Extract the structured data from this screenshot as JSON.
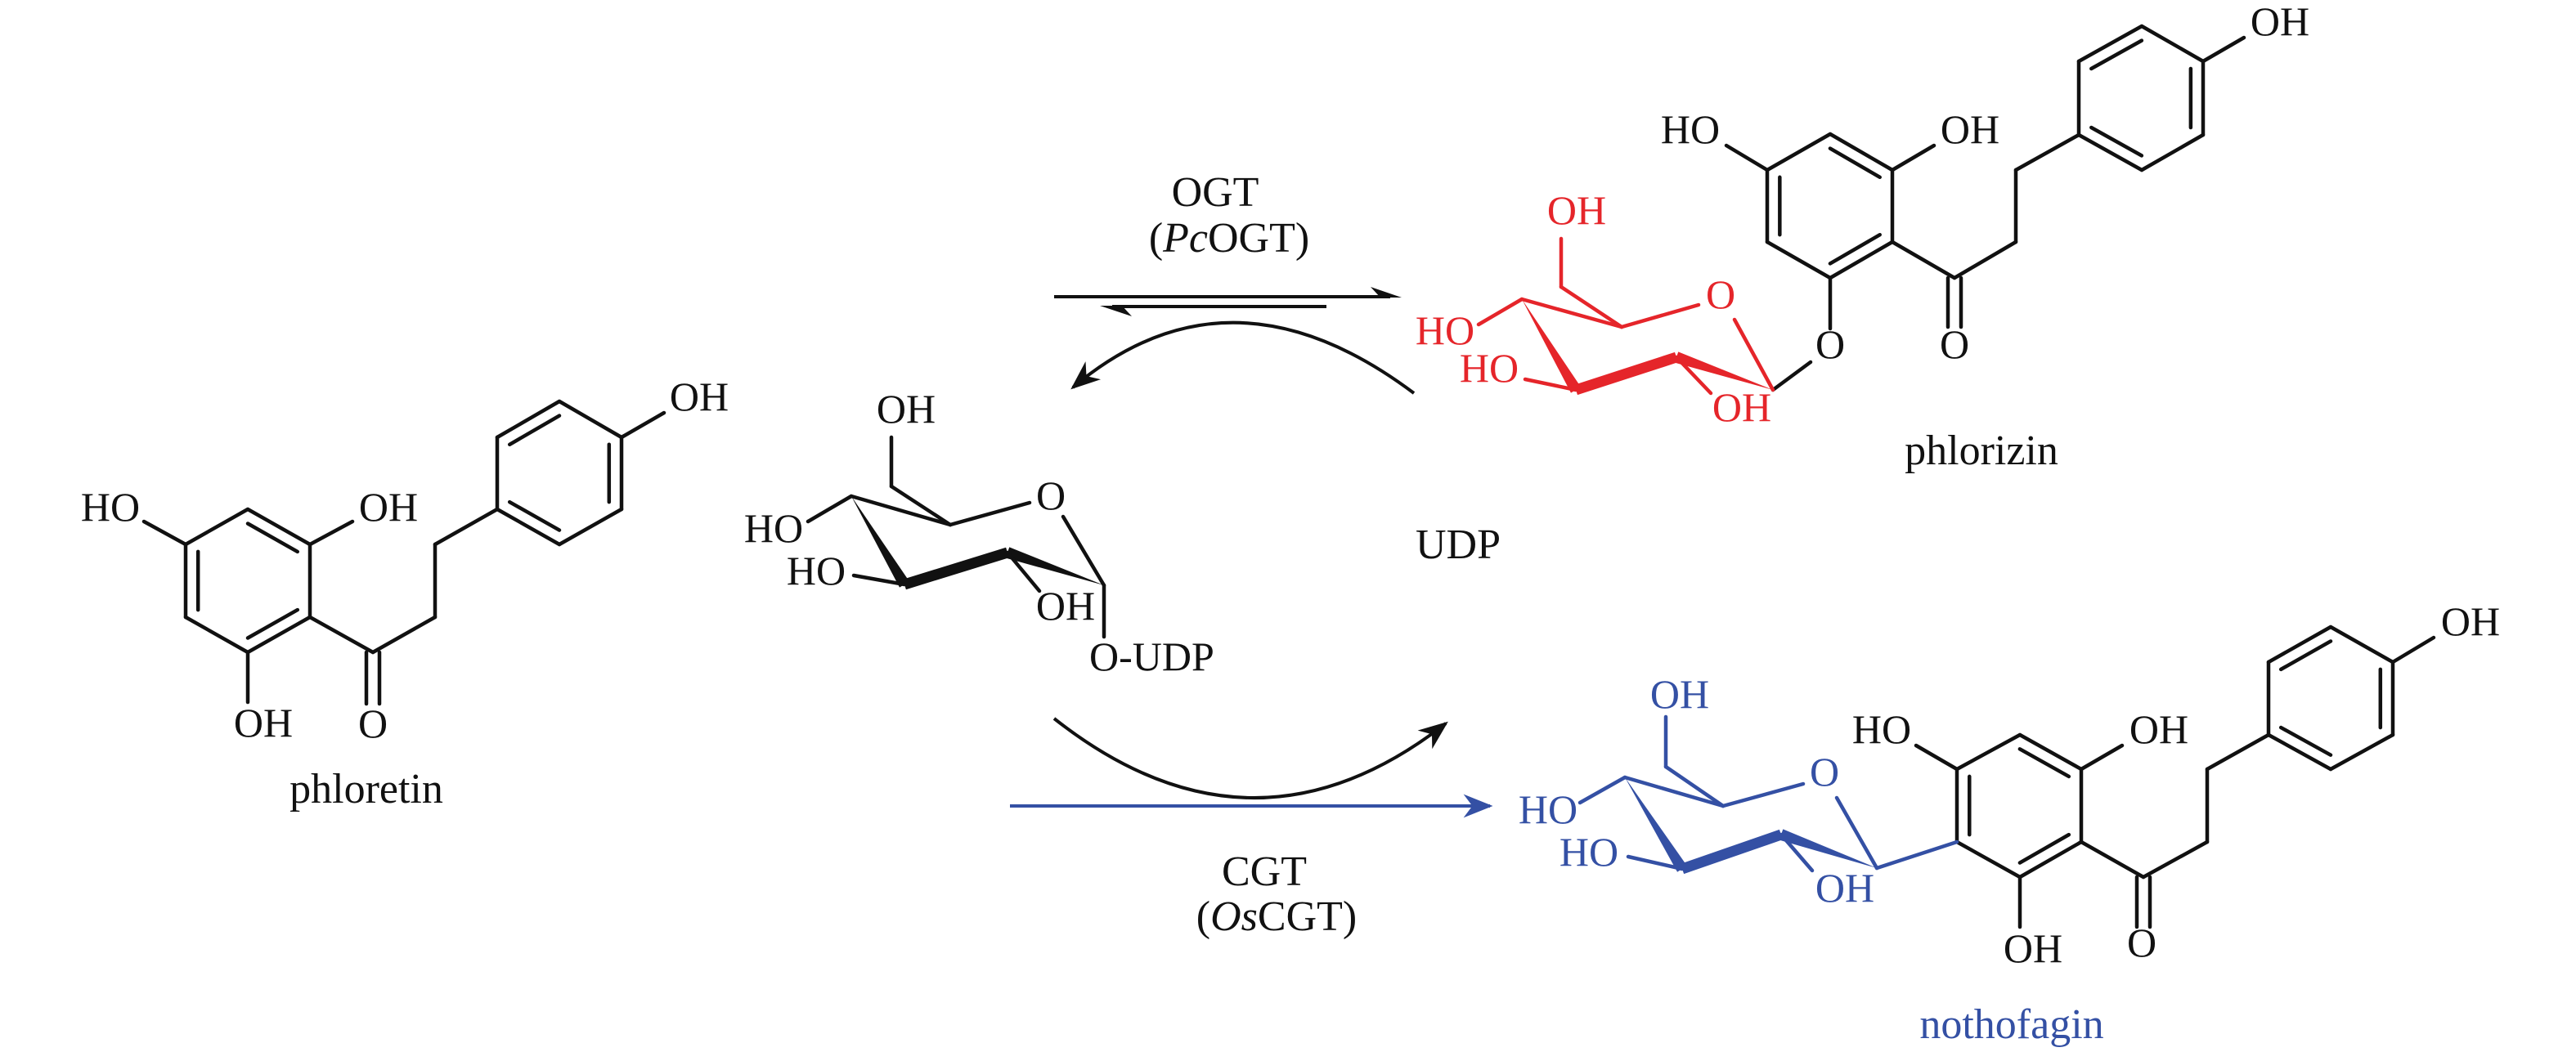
{
  "colors": {
    "ink": "#111111",
    "ogt_product": "#e5252a",
    "cgt_product": "#3450a4"
  },
  "reaction": {
    "ogt": {
      "enzyme": "OGT",
      "paren_open": "(",
      "source_italic": "Pc",
      "source_rest": "OGT",
      "paren_close": ")"
    },
    "cgt": {
      "enzyme": "CGT",
      "paren_open": "(",
      "source_italic": "Os",
      "source_rest": "CGT",
      "paren_close": ")"
    },
    "byproduct": "UDP"
  },
  "phloretin": {
    "name": "phloretin",
    "atoms": {
      "ho_left": "HO",
      "oh_right": "OH",
      "oh_bottom": "OH",
      "o_carbonyl": "O",
      "oh_para": "OH"
    }
  },
  "udp_glucose": {
    "atoms": {
      "oh_c6": "OH",
      "ho_c4": "HO",
      "ho_c3": "HO",
      "o_ring": "O",
      "oh_c2": "OH",
      "o_udp": "O-UDP"
    }
  },
  "phlorizin": {
    "name": "phlorizin",
    "atoms": {
      "ho_left": "HO",
      "oh_right": "OH",
      "o_glycosidic": "O",
      "o_carbonyl": "O",
      "oh_para": "OH"
    },
    "sugar_atoms": {
      "oh_c6": "OH",
      "ho_c4": "HO",
      "ho_c3": "HO",
      "o_ring": "O",
      "oh_c2": "OH"
    }
  },
  "nothofagin": {
    "name": "nothofagin",
    "atoms": {
      "ho_left": "HO",
      "oh_right": "OH",
      "oh_bottom": "OH",
      "o_carbonyl": "O",
      "oh_para": "OH"
    },
    "sugar_atoms": {
      "oh_c6": "OH",
      "ho_c4": "HO",
      "ho_c3": "HO",
      "o_ring": "O",
      "oh_c2": "OH"
    }
  }
}
